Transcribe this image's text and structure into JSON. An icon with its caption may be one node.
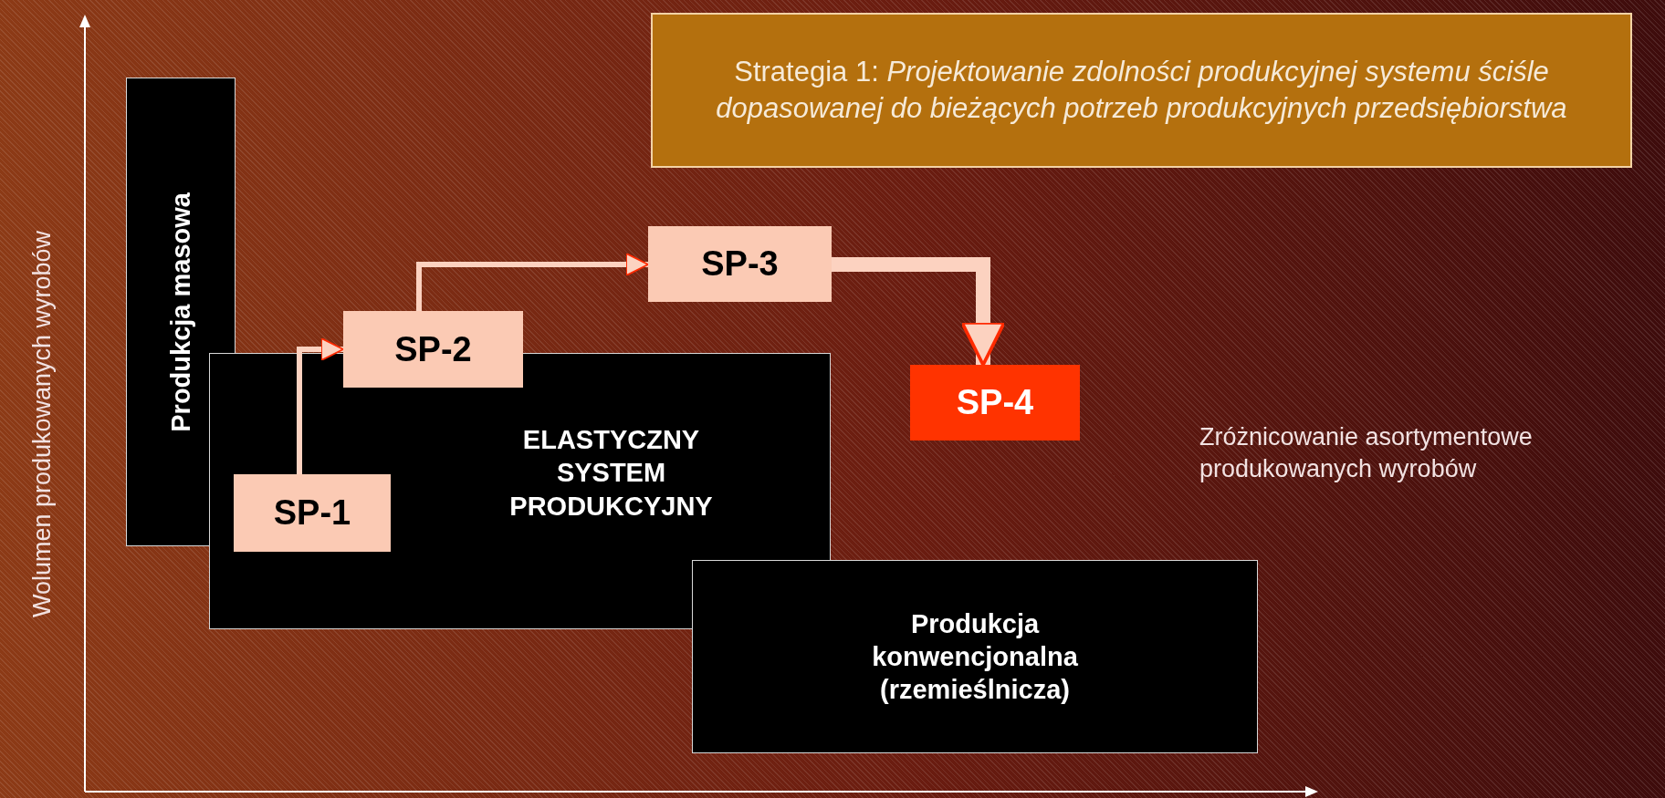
{
  "diagram": {
    "nodes": [
      {
        "text": [
          "Strategia 1: *Projektowanie zdolności produkcyjnej systemu ściśle dopasowanej do bieżących potrzeb produkcyjnych przedsiębiorstwa*"
        ]
      },
      {
        "text": [
          "Produkcja masowa"
        ]
      },
      {
        "text": [
          "ELASTYCZNY SYSTEM PRODUKCYJNY"
        ]
      },
      {
        "text": [
          "Produkcja konwencjonalna (rzemieślnicza)"
        ]
      },
      {
        "text": [
          "SP-1"
        ],
        "in": 2
      },
      {
        "text": [
          "SP-2"
        ]
      },
      {
        "text": [
          "SP-3"
        ]
      },
      {
        "text": [
          "SP-4"
        ]
      }
    ],
    "edges": [
      {
        "from": 4,
        "to": 5,
        "arrow": "to"
      },
      {
        "from": 5,
        "to": 6,
        "arrow": "to"
      },
      {
        "from": 6,
        "to": 7,
        "arrow": "to",
        "style": "thick"
      }
    ],
    "labels": [
      "Wolumen produkowanych wyrobów",
      "Zróżnicowanie asortymentowe produkowanych wyrobów"
    ]
  }
}
